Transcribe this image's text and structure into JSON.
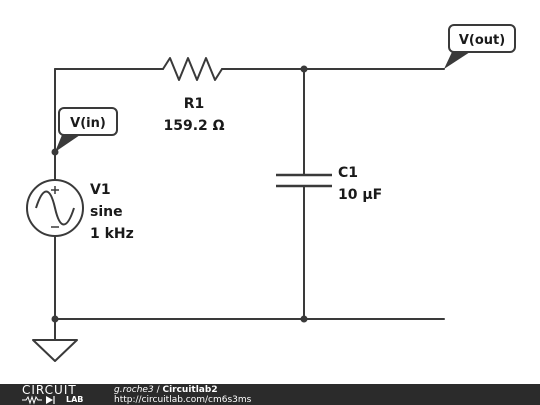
{
  "labels": {
    "vout_tag": "V(out)",
    "vin_tag": "V(in)",
    "r1_name": "R1",
    "r1_value": "159.2 Ω",
    "c1_name": "C1",
    "c1_value": "10 µF",
    "v1_name": "V1",
    "v1_type": "sine",
    "v1_freq": "1 kHz"
  },
  "footer": {
    "logo_top": "CIRCUIT",
    "logo_bottom": "LAB",
    "user": "g.roche3",
    "separator": " / ",
    "title": "Circuitlab2",
    "url": "http://circuitlab.com/cm6s3ms"
  },
  "colors": {
    "wire": "#3a3a3a",
    "footer_bg": "#2b2b2b"
  }
}
